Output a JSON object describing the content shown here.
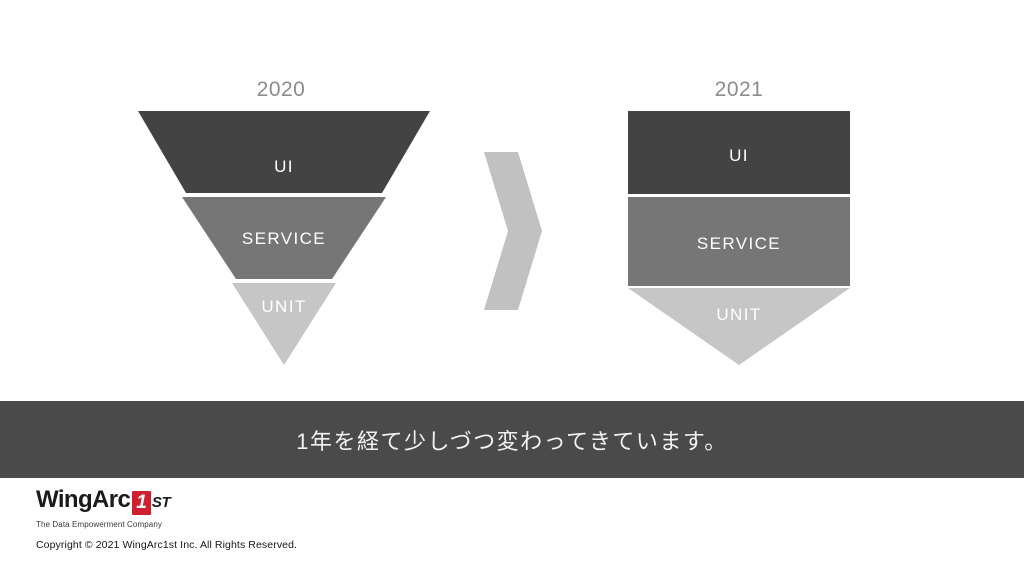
{
  "slide": {
    "background_color": "#ffffff",
    "left_column": {
      "year": "2020",
      "layers": [
        {
          "label": "UI",
          "color": "#434343"
        },
        {
          "label": "SERVICE",
          "color": "#767676"
        },
        {
          "label": "UNIT",
          "color": "#c6c6c6"
        }
      ]
    },
    "right_column": {
      "year": "2021",
      "layers": [
        {
          "label": "UI",
          "color": "#434343"
        },
        {
          "label": "SERVICE",
          "color": "#767676"
        },
        {
          "label": "UNIT",
          "color": "#c6c6c6"
        }
      ]
    },
    "transition": {
      "icon": "chevron-right-icon",
      "color": "#c1c1c1"
    },
    "caption": {
      "text": "1年を経て少しづつ変わってきています。",
      "band_color": "#4a4a4a",
      "text_color": "#f2f2f2"
    }
  },
  "footer": {
    "logo": {
      "word_mark": "WingArc",
      "badge": "1",
      "suffix": "ST",
      "badge_color": "#cf1f2e",
      "tagline": "The Data Empowerment Company"
    },
    "copyright": "Copyright © 2021 WingArc1st Inc.  All Rights Reserved."
  }
}
